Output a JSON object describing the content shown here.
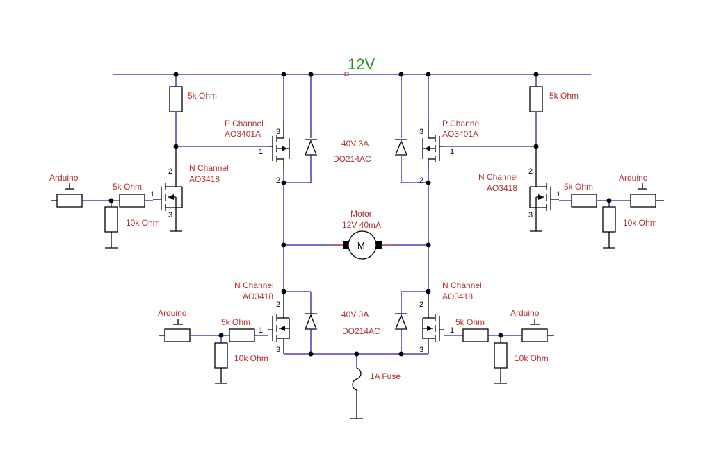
{
  "supply_label": "12V",
  "colors": {
    "wire": "#1f1fb8",
    "label": "#b03030",
    "supply": "#1e8c1e"
  },
  "labels": {
    "top_left_resistor": "5k Ohm",
    "top_right_resistor": "5k Ohm",
    "p_channel": "P Channel",
    "p_part": "AO3401A",
    "n_channel": "N Channel",
    "n_part": "AO3418",
    "arduino": "Arduino",
    "gate_resistor": "5k Ohm",
    "pulldown_resistor": "10k Ohm",
    "diode_rating": "40V 3A",
    "diode_part": "DO214AC",
    "motor_title": "Motor",
    "motor_rating": "12V 40mA",
    "motor_symbol": "M",
    "fuse": "1A Fuse"
  },
  "pins": {
    "one": "1",
    "two": "2",
    "three": "3"
  }
}
